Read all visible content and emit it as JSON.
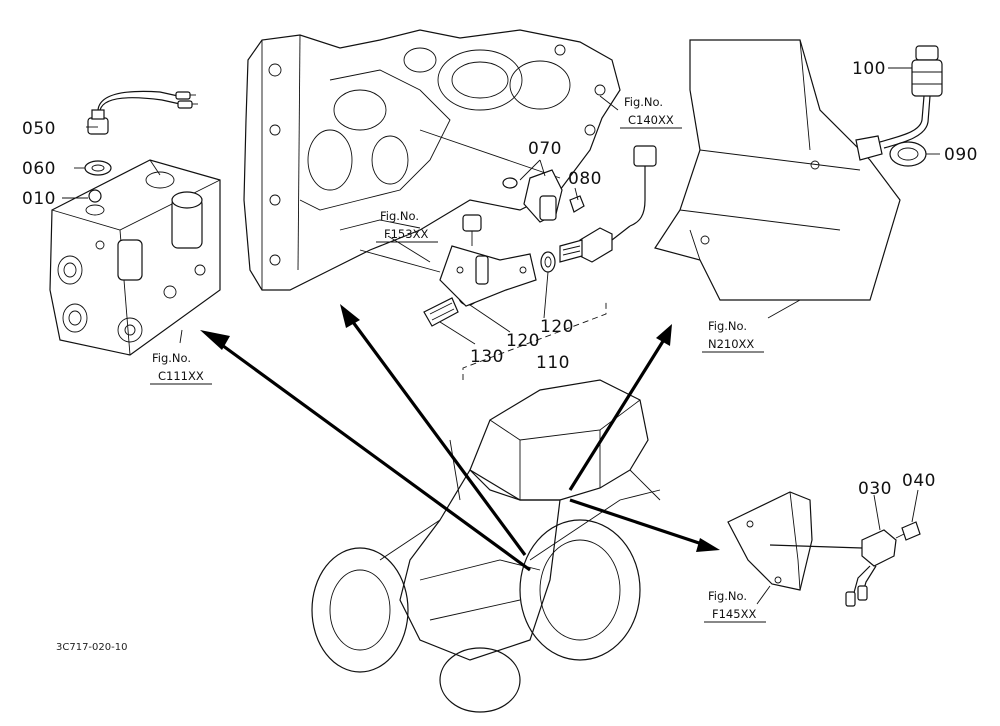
{
  "part_labels": {
    "p010": "010",
    "p030": "030",
    "p040": "040",
    "p050": "050",
    "p060": "060",
    "p070": "070",
    "p080": "080",
    "p090": "090",
    "p100": "100",
    "p110": "110",
    "p120a": "120",
    "p120b": "120",
    "p130": "130"
  },
  "fig_refs": {
    "c111": {
      "title": "Fig.No.",
      "code": "C111XX"
    },
    "c140": {
      "title": "Fig.No.",
      "code": "C140XX"
    },
    "f153": {
      "title": "Fig.No.",
      "code": "F153XX"
    },
    "n210": {
      "title": "Fig.No.",
      "code": "N210XX"
    },
    "f145": {
      "title": "Fig.No.",
      "code": "F145XX"
    }
  },
  "doc_id": "3C717-020-10"
}
